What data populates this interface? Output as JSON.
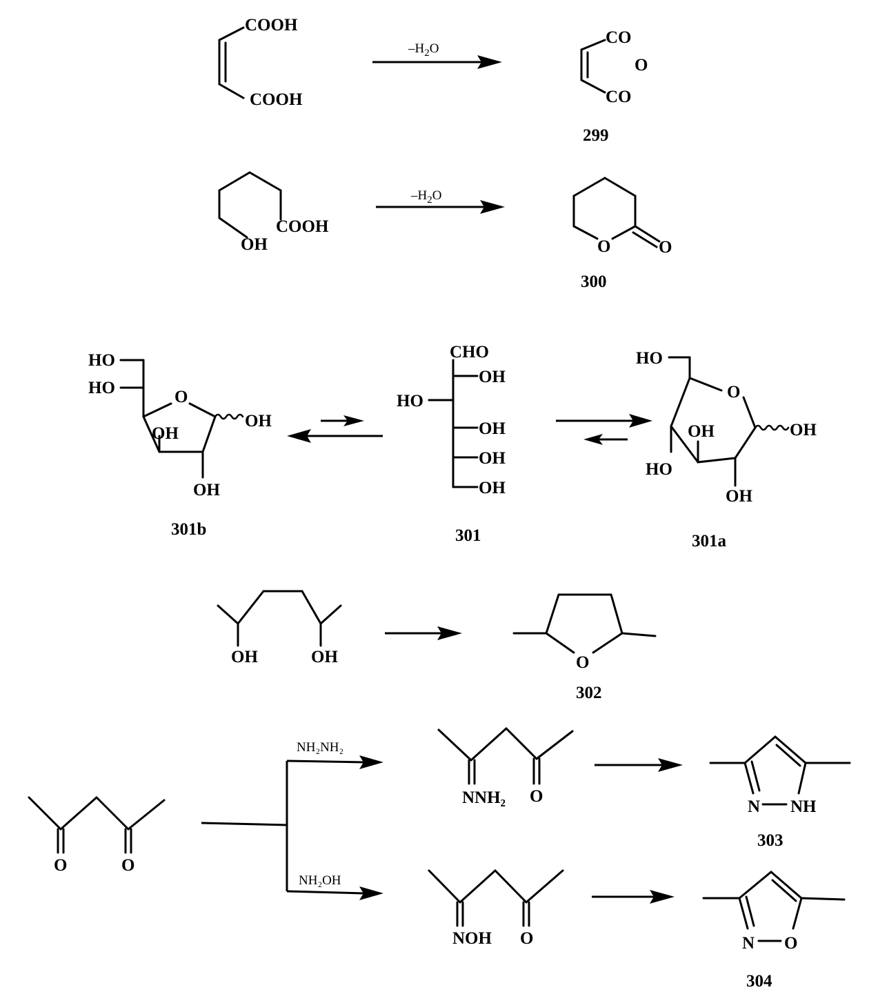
{
  "reactions": {
    "r1": {
      "reactant_top": "COOH",
      "reactant_bottom": "COOH",
      "condition_prefix": "–H",
      "condition_sub": "2",
      "condition_suffix": "O",
      "product_co_top": "CO",
      "product_o": "O",
      "product_co_bottom": "CO",
      "number": "299"
    },
    "r2": {
      "reactant_acid": "COOH",
      "reactant_oh": "OH",
      "condition_prefix": "–H",
      "condition_sub": "2",
      "condition_suffix": "O",
      "product_ring_o": "O",
      "product_carbonyl_o": "O",
      "number": "300"
    },
    "r3": {
      "furanose": {
        "ho1": "HO",
        "ho2": "HO",
        "ring_o": "O",
        "anomeric_oh": "OH",
        "oh3": "OH",
        "oh2": "OH",
        "number": "301b"
      },
      "open_chain": {
        "aldehyde": "CHO",
        "oh2": "OH",
        "ho3": "HO",
        "oh4": "OH",
        "oh5": "OH",
        "oh6": "OH",
        "number": "301"
      },
      "pyranose": {
        "ho6": "HO",
        "ring_o": "O",
        "anomeric_oh": "OH",
        "oh3": "OH",
        "ho4": "HO",
        "oh2": "OH",
        "number": "301a"
      }
    },
    "r4": {
      "oh_left": "OH",
      "oh_right": "OH",
      "ring_o": "O",
      "number": "302"
    },
    "r5": {
      "diketone_o_left": "O",
      "diketone_o_right": "O",
      "upper_reagent": "NH₂NH₂",
      "hydrazone_n": "NNH₂",
      "hydrazone_o": "O",
      "pyrazole_n": "N",
      "pyrazole_nh": "NH",
      "pyrazole_number": "303",
      "lower_reagent": "NH₂OH",
      "oxime_n": "NOH",
      "oxime_o": "O",
      "isoxazole_n": "N",
      "isoxazole_o": "O",
      "isoxazole_number": "304"
    }
  }
}
